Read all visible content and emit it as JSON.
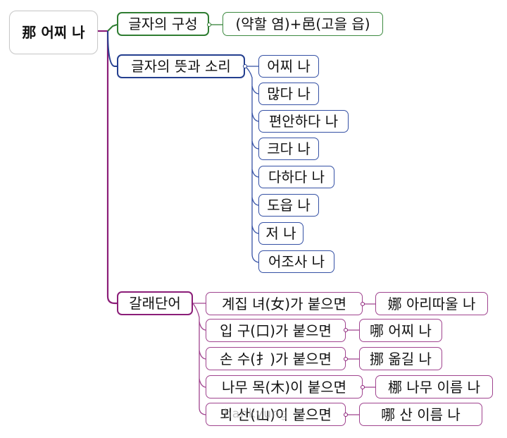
{
  "root": {
    "label": "那 어찌 나"
  },
  "branches": {
    "composition": {
      "label": "글자의 구성",
      "items": [
        "(약할 염)+邑(고을 읍)"
      ]
    },
    "meaning": {
      "label": "글자의 뜻과 소리",
      "items": [
        "어찌 나",
        "많다 나",
        "편안하다 나",
        "크다 나",
        "다하다 나",
        "도읍 나",
        "저 나",
        "어조사 나"
      ]
    },
    "derived": {
      "label": "갈래단어",
      "items": [
        {
          "condition": "계집 녀(女)가 붙으면",
          "result": "娜 아리따울 나"
        },
        {
          "condition": "입 구(口)가 붙으면",
          "result": "哪 어찌 나"
        },
        {
          "condition": "손 수(扌)가 붙으면",
          "result": "挪 옮길 나"
        },
        {
          "condition": "나무 목(木)이 붙으면",
          "result": "梛 나무 이름 나"
        },
        {
          "condition": "뫼 산(山)이 붙으면",
          "result": "哪 산 이름 나"
        }
      ]
    }
  },
  "watermark": "hankyung",
  "colors": {
    "green": "#2f7d32",
    "blue": "#243f8f",
    "purple": "#8b1e78"
  }
}
